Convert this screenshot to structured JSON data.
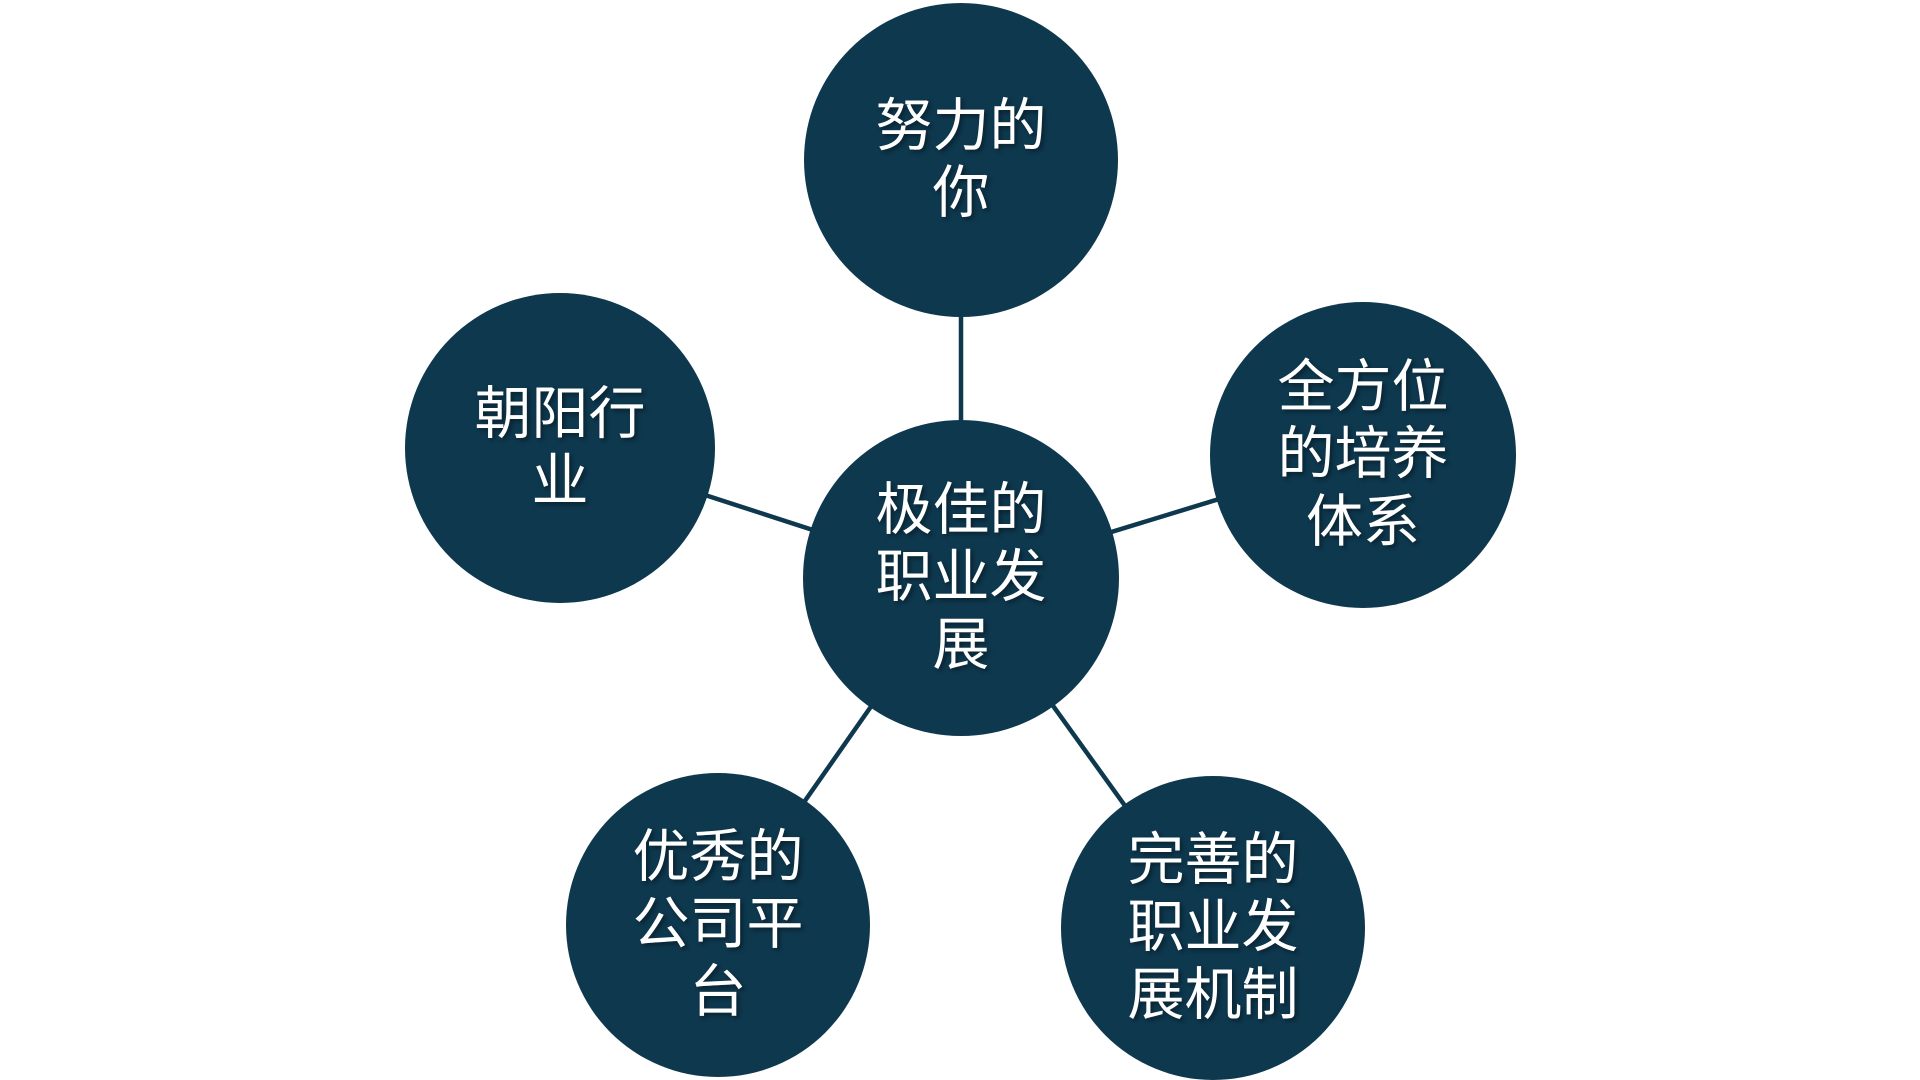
{
  "diagram": {
    "type": "radial-cycle",
    "center_node": {
      "label": "极佳的\n职业发\n展",
      "full_text": "极佳的职业发展"
    },
    "nodes": [
      {
        "position": "top",
        "label": "努力的\n你",
        "full_text": "努力的你"
      },
      {
        "position": "left",
        "label": "朝阳行\n业",
        "full_text": "朝阳行业"
      },
      {
        "position": "right",
        "label": "全方位\n的培养\n体系",
        "full_text": "全方位的培养体系"
      },
      {
        "position": "bottom-left",
        "label": "优秀的\n公司平\n台",
        "full_text": "优秀的公司平台"
      },
      {
        "position": "bottom-right",
        "label": "完善的\n职业发\n展机制",
        "full_text": "完善的职业发展机制"
      }
    ]
  },
  "colors": {
    "circle_fill": "#0E384E",
    "connector": "#0E384E",
    "text": "#FFFFFF",
    "background": "#FFFFFF"
  }
}
